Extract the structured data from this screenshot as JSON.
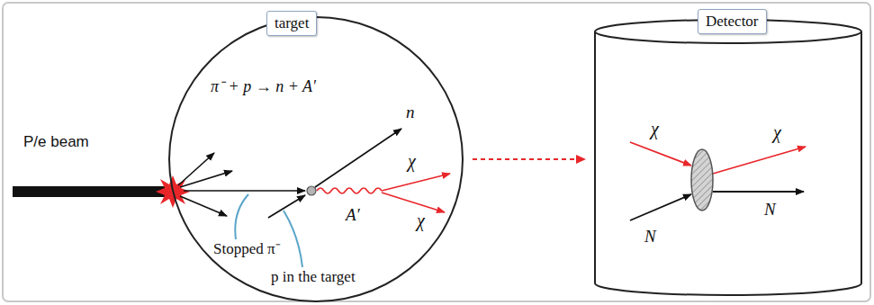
{
  "diagram": {
    "nodes": [
      {
        "text": [
          "target"
        ]
      },
      {
        "text": [
          "Detector"
        ]
      }
    ],
    "edges": [
      {
        "from": 0,
        "to": 1,
        "arrow": "to"
      }
    ],
    "labels": [
      "P/e beam",
      "π⁻ + p → n + A′",
      "n",
      "χ",
      "χ",
      "A′",
      "Stopped π⁻",
      "p in the target",
      "χ",
      "χ",
      "N",
      "N"
    ]
  }
}
